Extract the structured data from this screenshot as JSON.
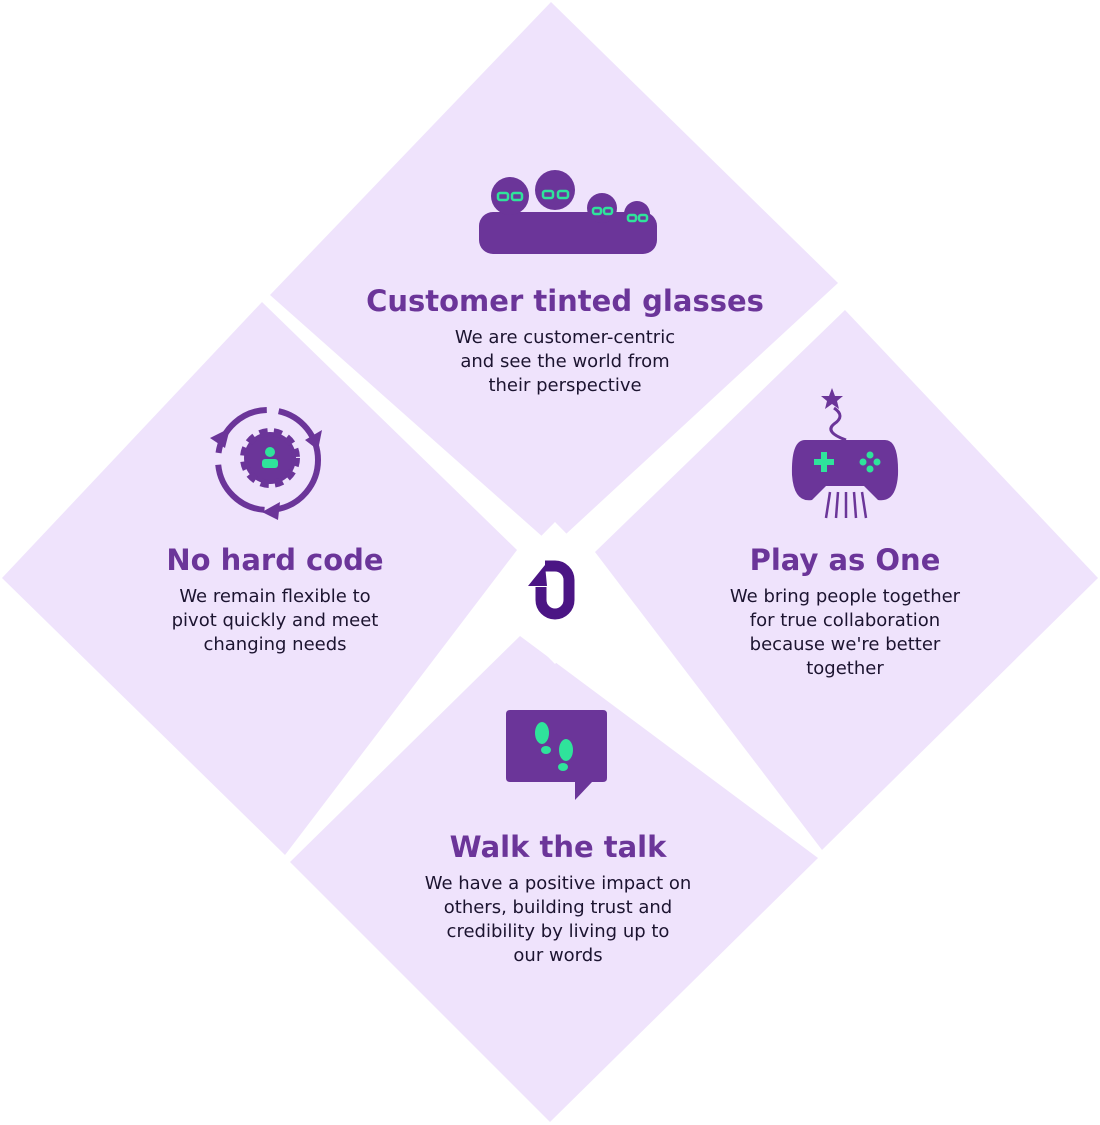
{
  "colors": {
    "panel": "#efe3fc",
    "purple": "#6b3599",
    "dark_purple": "#4b1584",
    "green": "#2fe39b"
  },
  "values": [
    {
      "id": "customer",
      "title": "Customer tinted glasses",
      "description": [
        "We are customer-centric",
        "and see the world from",
        "their perspective"
      ],
      "icon": "family-glasses-icon"
    },
    {
      "id": "hardcode",
      "title": "No hard code",
      "description": [
        "We remain flexible to",
        "pivot quickly and meet",
        "changing needs"
      ],
      "icon": "gear-cycle-icon"
    },
    {
      "id": "playasone",
      "title": "Play as One",
      "description": [
        "We bring people together",
        "for true collaboration",
        "because we're better",
        "together"
      ],
      "icon": "game-controller-icon"
    },
    {
      "id": "walk",
      "title": "Walk the talk",
      "description": [
        "We have a positive impact on",
        "others, building trust and",
        "credibility by living up to",
        "our words"
      ],
      "icon": "footsteps-speech-icon"
    }
  ],
  "center_logo": "logo-icon"
}
